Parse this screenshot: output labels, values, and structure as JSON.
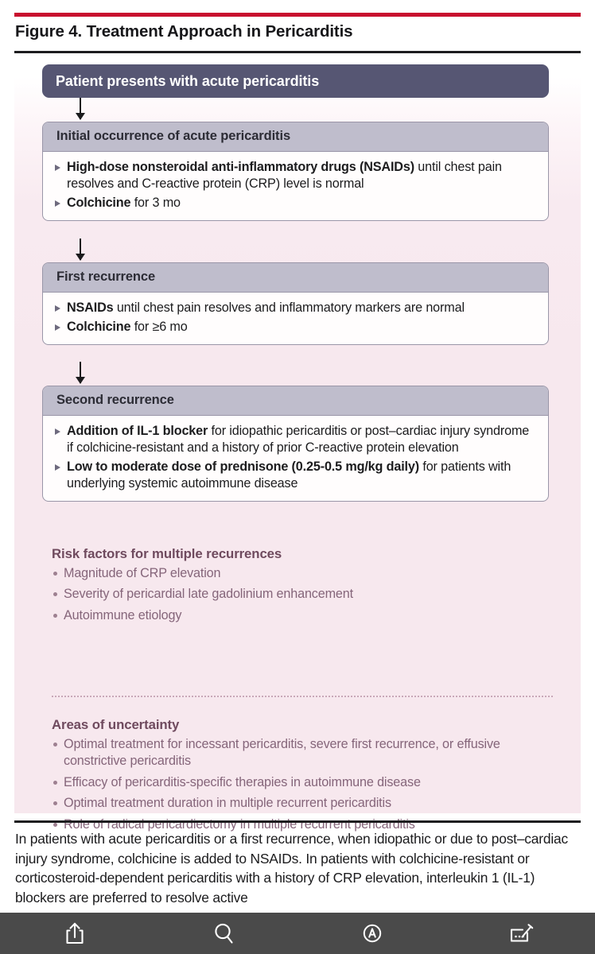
{
  "figure": {
    "title": "Figure 4. Treatment Approach in Pericarditis",
    "banner": "Patient presents with acute pericarditis",
    "stages": [
      {
        "heading": "Initial occurrence of acute pericarditis",
        "items": [
          {
            "strong": "High-dose nonsteroidal anti-inflammatory drugs (NSAIDs)",
            "rest": " until chest pain resolves and C-reactive protein (CRP) level is normal"
          },
          {
            "strong": "Colchicine",
            "rest": " for 3 mo"
          }
        ]
      },
      {
        "heading": "First recurrence",
        "items": [
          {
            "strong": "NSAIDs",
            "rest": " until chest pain resolves and inflammatory markers are normal"
          },
          {
            "strong": "Colchicine",
            "rest": " for ≥6 mo"
          }
        ]
      },
      {
        "heading": "Second recurrence",
        "items": [
          {
            "strong": "Addition of IL-1 blocker",
            "rest": " for idiopathic pericarditis or post–cardiac injury syndrome if colchicine-resistant and a history of prior C-reactive protein elevation"
          },
          {
            "strong": "Low to moderate dose of prednisone (0.25-0.5 mg/kg daily)",
            "rest": " for patients with underlying systemic autoimmune disease"
          }
        ]
      }
    ],
    "risk_factors": {
      "heading": "Risk factors for multiple recurrences",
      "items": [
        "Magnitude of CRP elevation",
        "Severity of pericardial late gadolinium enhancement",
        "Autoimmune etiology"
      ]
    },
    "uncertainty": {
      "heading": "Areas of uncertainty",
      "items": [
        "Optimal treatment for incessant pericarditis, severe first recurrence, or effusive constrictive pericarditis",
        "Efficacy of pericarditis-specific therapies in autoimmune disease",
        "Optimal treatment duration in multiple recurrent pericarditis",
        "Role of radical pericardiectomy in multiple recurrent pericarditis"
      ]
    },
    "caption": "In patients with acute pericarditis or a first recurrence, when idiopathic or due to post–cardiac injury syndrome, colchicine is added to NSAIDs. In patients with colchicine-resistant or corticosteroid-dependent pericarditis with a history of CRP elevation, interleukin 1 (IL-1) blockers are preferred to resolve active"
  },
  "colors": {
    "rule_red": "#c8102e",
    "banner": "#565673",
    "stage_header": "#bfbdcc",
    "panel_pink": "#f7e8ee",
    "pink_heading": "#6f4a5e",
    "pink_text": "#85657a",
    "toolbar": "#4a4a4a"
  },
  "toolbar": {
    "buttons": [
      {
        "name": "share-icon",
        "label": "Share"
      },
      {
        "name": "search-icon",
        "label": "Search"
      },
      {
        "name": "reader-icon",
        "label": "Reader"
      },
      {
        "name": "markup-icon",
        "label": "Markup"
      }
    ]
  }
}
